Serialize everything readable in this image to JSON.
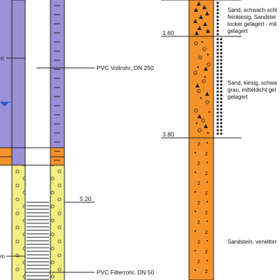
{
  "well": {
    "fragment_label": "n",
    "fragment_label_lower": "m",
    "casing_label": "PVC Vollrohr, DN 250",
    "filter_label": "PVC Filterrohr, DN 50",
    "filter_depth": "5.20"
  },
  "profile": {
    "depths": [
      "1.60",
      "3.80"
    ],
    "layers": [
      {
        "from": "0.00",
        "to": "1.60",
        "lines": [
          "Sand, schwach schl",
          "feinkiesig, Sandstei",
          "locker gelagert - mit",
          "gelagert"
        ]
      },
      {
        "from": "1.60",
        "to": "3.80",
        "lines": [
          "Sand, kiesig, schwa",
          "grau, mitteldicht gel",
          "gelagert"
        ]
      },
      {
        "from": "3.80",
        "to": "",
        "lines": [
          "Sandstein, verwitter"
        ]
      }
    ]
  },
  "colors": {
    "bentonite": "#9b8fd6",
    "clay_seal": "#f5922a",
    "gravel_filter": "#f2ee80",
    "outline": "#222222"
  }
}
